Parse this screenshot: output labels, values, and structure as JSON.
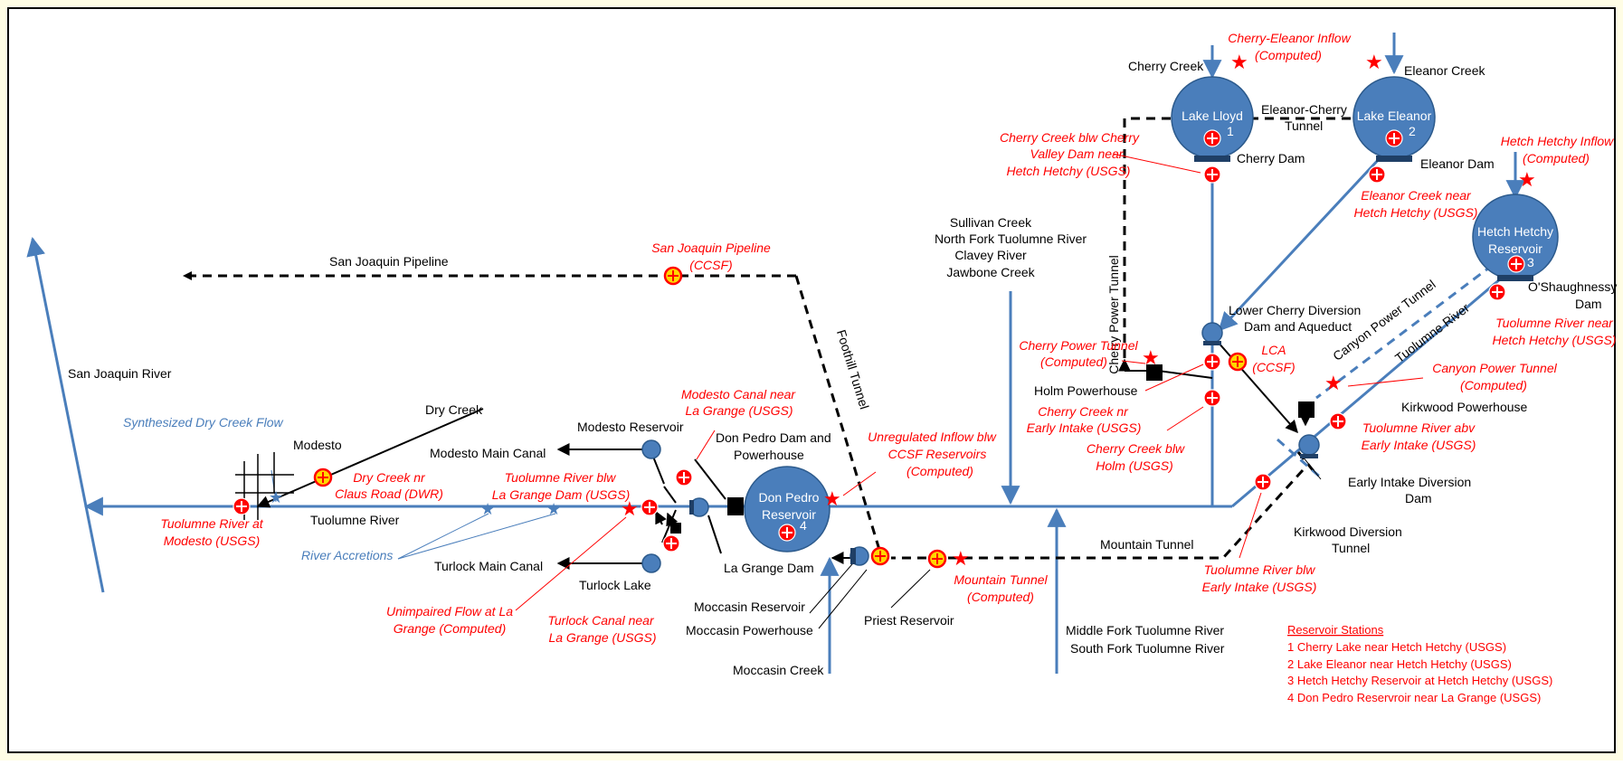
{
  "colors": {
    "background": "#fffde5",
    "border": "#000000",
    "river": "#4a7ebb",
    "reservoir": "#4a7ebb",
    "station_red": "#ff0000",
    "station_computed": "#ffd700",
    "label_red": "#ff0000",
    "label_blue": "#4a7ebb"
  },
  "labels": {
    "cherry_creek": "Cherry Creek",
    "eleanor_creek": "Eleanor Creek",
    "eleanor_cherry_tunnel_1": "Eleanor-Cherry",
    "eleanor_cherry_tunnel_2": "Tunnel",
    "cherry_dam": "Cherry  Dam",
    "eleanor_dam": "Eleanor Dam",
    "tributaries": [
      "Sullivan Creek",
      "North Fork Tuolumne River",
      "Clavey River",
      "Jawbone Creek"
    ],
    "san_joaquin_pipeline": "San Joaquin Pipeline",
    "cherry_power_tunnel": "Cherry Power Tunnel",
    "lower_cherry_1": "Lower Cherry Diversion",
    "lower_cherry_2": "Dam and Aqueduct",
    "holm_powerhouse": "Holm Powerhouse",
    "oshaughnessy_1": "O'Shaughnessy",
    "oshaughnessy_2": "Dam",
    "canyon_power_tunnel": "Canyon Power Tunnel",
    "tuolumne_river_diag": "Tuolumne River",
    "kirkwood_powerhouse": "Kirkwood Powerhouse",
    "early_intake_1": "Early Intake Diversion",
    "early_intake_2": "Dam",
    "kirkwood_tunnel_1": "Kirkwood Diversion",
    "kirkwood_tunnel_2": "Tunnel",
    "mountain_tunnel": "Mountain Tunnel",
    "middle_south_fork_1": "Middle Fork Tuolumne River",
    "middle_south_fork_2": "South Fork Tuolumne River",
    "foothill_tunnel": "Foothill Tunnel",
    "san_joaquin_river": "San Joaquin River",
    "dry_creek": "Dry Creek",
    "modesto": "Modesto",
    "tuolumne_river": "Tuolumne River",
    "modesto_reservoir": "Modesto Reservoir",
    "modesto_main_canal": "Modesto Main Canal",
    "turlock_main_canal": "Turlock Main Canal",
    "turlock_lake": "Turlock Lake",
    "don_pedro_dam_1": "Don Pedro Dam and",
    "don_pedro_dam_2": "Powerhouse",
    "la_grange_dam": "La Grange Dam",
    "moccasin_reservoir": "Moccasin Reservoir",
    "moccasin_powerhouse": "Moccasin Powerhouse",
    "moccasin_creek": "Moccasin Creek",
    "priest_reservoir": "Priest Reservoir"
  },
  "reservoirs": {
    "lake_lloyd": {
      "name": "Lake Lloyd",
      "num": "1"
    },
    "lake_eleanor": {
      "name": "Lake Eleanor",
      "num": "2"
    },
    "hetch_hetchy": {
      "name_1": "Hetch Hetchy",
      "name_2": "Reservoir",
      "num": "3"
    },
    "don_pedro": {
      "name_1": "Don Pedro",
      "name_2": "Reservoir",
      "num": "4"
    }
  },
  "gauges": {
    "cherry_eleanor_inflow_1": "Cherry-Eleanor Inflow",
    "cherry_eleanor_inflow_2": "(Computed)",
    "cherry_blw_dam_1": "Cherry Creek blw Cherry",
    "cherry_blw_dam_2": "Valley Dam near",
    "cherry_blw_dam_3": "Hetch Hetchy (USGS)",
    "eleanor_creek_1": "Eleanor Creek near",
    "eleanor_creek_2": "Hetch Hetchy (USGS)",
    "hh_inflow_1": "Hetch Hetchy Inflow",
    "hh_inflow_2": "(Computed)",
    "sj_pipeline_1": "San Joaquin Pipeline",
    "sj_pipeline_2": "(CCSF)",
    "tuol_nr_hh_1": "Tuolumne River near",
    "tuol_nr_hh_2": "Hetch Hetchy (USGS)",
    "cherry_power_tunnel_1": "Cherry Power Tunnel",
    "cherry_power_tunnel_2": "(Computed)",
    "lca_1": "LCA",
    "lca_2": "(CCSF)",
    "canyon_pt_1": "Canyon Power Tunnel",
    "canyon_pt_2": "(Computed)",
    "cherry_nr_early_1": "Cherry Creek nr",
    "cherry_nr_early_2": "Early Intake (USGS)",
    "tuol_abv_early_1": "Tuolumne River abv",
    "tuol_abv_early_2": "Early Intake (USGS)",
    "cherry_blw_holm_1": "Cherry Creek blw",
    "cherry_blw_holm_2": "Holm (USGS)",
    "modesto_canal_1": "Modesto Canal near",
    "modesto_canal_2": "La Grange (USGS)",
    "unregulated_1": "Unregulated Inflow blw",
    "unregulated_2": "CCSF Reservoirs",
    "unregulated_3": "(Computed)",
    "dry_creek_1": "Dry Creek nr",
    "dry_creek_2": "Claus Road (DWR)",
    "tuol_blw_lg_1": "Tuolumne River blw",
    "tuol_blw_lg_2": "La Grange Dam (USGS)",
    "tuol_modesto_1": "Tuolumne River at",
    "tuol_modesto_2": "Modesto (USGS)",
    "unimpaired_1": "Unimpaired Flow at La",
    "unimpaired_2": "Grange (Computed)",
    "turlock_canal_1": "Turlock Canal near",
    "turlock_canal_2": "La Grange (USGS)",
    "mountain_tunnel_1": "Mountain Tunnel",
    "mountain_tunnel_2": "(Computed)",
    "tuol_blw_early_1": "Tuolumne River blw",
    "tuol_blw_early_2": "Early Intake (USGS)",
    "synth_dry_creek": "Synthesized Dry Creek Flow",
    "river_accretions": "River Accretions"
  },
  "legend": {
    "title": "Reservoir Stations",
    "items": [
      "1 Cherry Lake near Hetch Hetchy (USGS)",
      "2 Lake Eleanor near Hetch Hetchy (USGS)",
      "3 Hetch Hetchy Reservoir at Hetch Hetchy (USGS)",
      "4 Don Pedro Reservroir near La Grange (USGS)"
    ]
  }
}
